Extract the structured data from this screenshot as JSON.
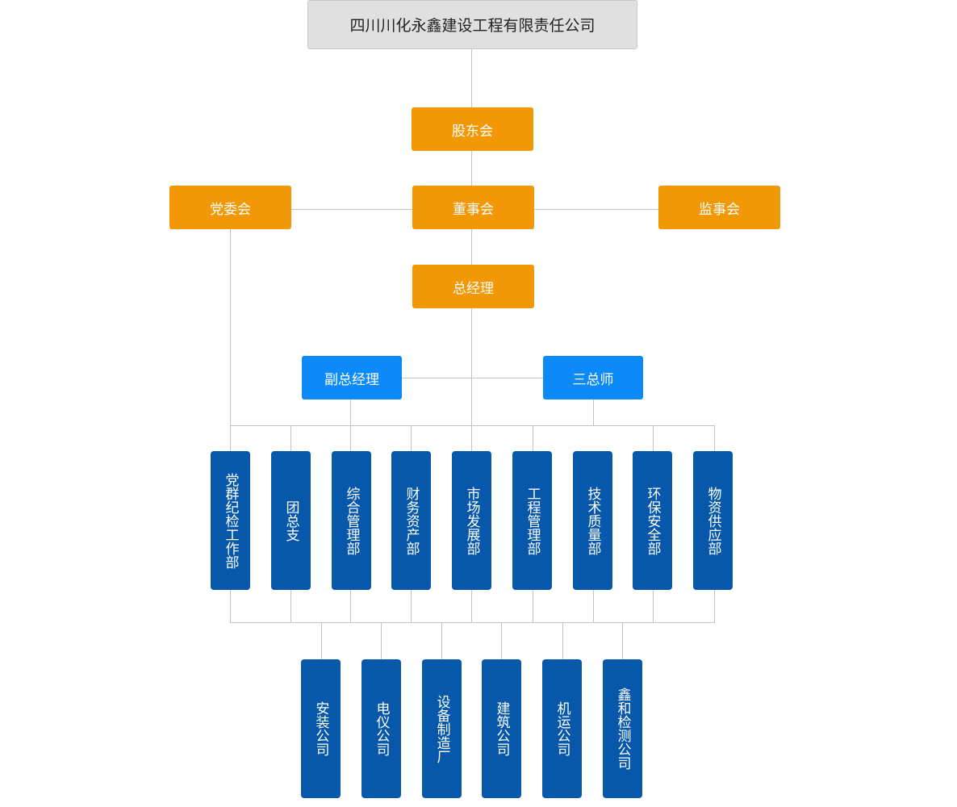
{
  "company": "四川川化永鑫建设工程有限责任公司",
  "shareholders": "股东会",
  "board": "董事会",
  "party_committee": "党委会",
  "supervisors": "监事会",
  "general_manager": "总经理",
  "deputy_gm": "副总经理",
  "three_chiefs": "三总师",
  "departments": [
    "党群纪检工作部",
    "团总支",
    "综合管理部",
    "财务资产部",
    "市场发展部",
    "工程管理部",
    "技术质量部",
    "环保安全部",
    "物资供应部"
  ],
  "subsidiaries": [
    "安装公司",
    "电仪公司",
    "设备制造厂",
    "建筑公司",
    "机运公司",
    "鑫和检测公司"
  ],
  "colors": {
    "root_fill": "#e0e0e0",
    "management": "#f29807",
    "executive": "#0c8afa",
    "unit": "#0758ab",
    "connector": "#c3c3c3"
  }
}
